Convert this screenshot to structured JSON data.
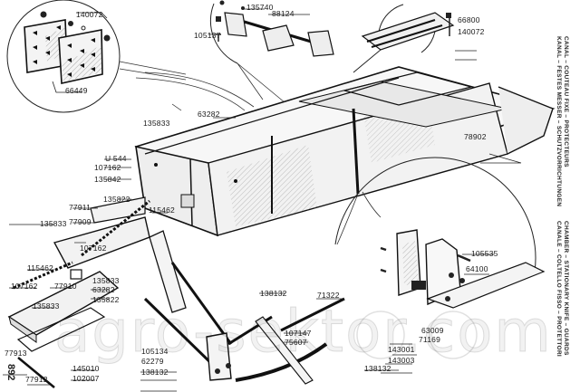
{
  "diagram": {
    "title_lines": [
      "CANAL  –  COUTEAU FIXE  –  PROTECTEURS",
      "KANAL  –  FESTES  MESSER  –  SCHUTZVORRICHTUNGEN",
      "CHAMBER  –  STATIONARY  KNIFE  –  GUARDS",
      "CANALE  –  COLTELLO  FISSO  –  PROTETTORI"
    ],
    "page_number": "892",
    "watermark": "agro-sektor.com",
    "part_labels": [
      {
        "id": "p1",
        "text": "140072"
      },
      {
        "id": "p2",
        "text": "66449"
      },
      {
        "id": "p3",
        "text": "135740"
      },
      {
        "id": "p4",
        "text": "88124"
      },
      {
        "id": "p5",
        "text": "105137"
      },
      {
        "id": "p6",
        "text": "66800"
      },
      {
        "id": "p7",
        "text": "140072"
      },
      {
        "id": "p8",
        "text": "63282"
      },
      {
        "id": "p9",
        "text": "135833"
      },
      {
        "id": "p10",
        "text": "78902"
      },
      {
        "id": "p11",
        "text": "U 544"
      },
      {
        "id": "p12",
        "text": "107162"
      },
      {
        "id": "p13",
        "text": "135842"
      },
      {
        "id": "p14",
        "text": "77911"
      },
      {
        "id": "p15",
        "text": "135822"
      },
      {
        "id": "p16",
        "text": "115462"
      },
      {
        "id": "p17",
        "text": "135833"
      },
      {
        "id": "p18",
        "text": "77909"
      },
      {
        "id": "p19",
        "text": "107162"
      },
      {
        "id": "p20",
        "text": "115462"
      },
      {
        "id": "p21",
        "text": "107162"
      },
      {
        "id": "p22",
        "text": "77910"
      },
      {
        "id": "p23",
        "text": "135833"
      },
      {
        "id": "p24",
        "text": "63282"
      },
      {
        "id": "p25",
        "text": "135822"
      },
      {
        "id": "p26",
        "text": "135833"
      },
      {
        "id": "p27",
        "text": "77913"
      },
      {
        "id": "p28",
        "text": "77912"
      },
      {
        "id": "p29",
        "text": "145010"
      },
      {
        "id": "p30",
        "text": "102007"
      },
      {
        "id": "p31",
        "text": "105134"
      },
      {
        "id": "p32",
        "text": "62279"
      },
      {
        "id": "p33",
        "text": "138132"
      },
      {
        "id": "p34",
        "text": "138132"
      },
      {
        "id": "p35",
        "text": "71322"
      },
      {
        "id": "p36",
        "text": "107147"
      },
      {
        "id": "p37",
        "text": "75607"
      },
      {
        "id": "p38",
        "text": "138132"
      },
      {
        "id": "p39",
        "text": "105535"
      },
      {
        "id": "p40",
        "text": "64100"
      },
      {
        "id": "p41",
        "text": "63009"
      },
      {
        "id": "p42",
        "text": "71169"
      },
      {
        "id": "p43",
        "text": "143001"
      },
      {
        "id": "p44",
        "text": "143003"
      }
    ]
  }
}
